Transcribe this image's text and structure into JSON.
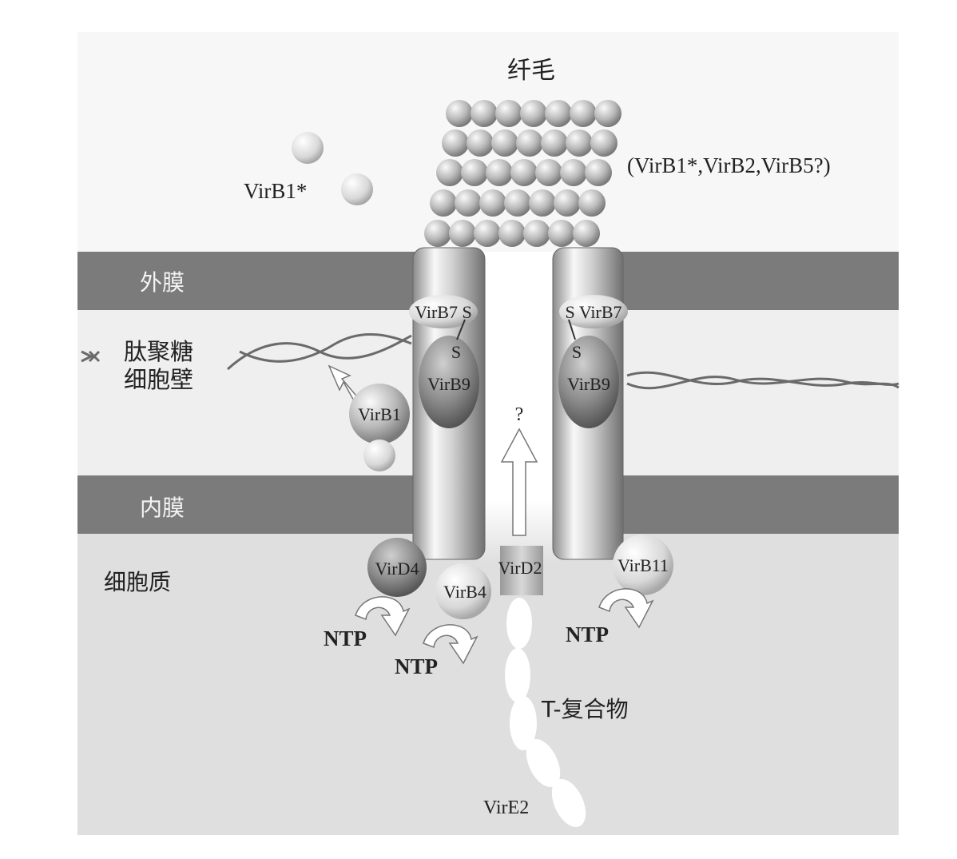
{
  "title": "纤毛",
  "pilus_components": "(VirB1*,VirB2,VirB5?)",
  "regions": {
    "outer_membrane": "外膜",
    "peptidoglycan_line1": "肽聚糖",
    "peptidoglycan_line2": "细胞壁",
    "inner_membrane": "内膜",
    "cytoplasm": "细胞质"
  },
  "proteins": {
    "virb1_star": "VirB1*",
    "virb7_left": "VirB7 S",
    "virb7_right": "S VirB7",
    "s_left": "S",
    "s_right": "S",
    "virb9_left": "VirB9",
    "virb9_right": "VirB9",
    "virb1": "VirB1",
    "virD4": "VirD4",
    "virB4": "VirB4",
    "virD2": "VirD2",
    "virB11": "VirB11",
    "virE2": "VirE2"
  },
  "ntp": [
    "NTP",
    "NTP",
    "NTP"
  ],
  "question": "?",
  "t_complex": "T-复合物",
  "colors": {
    "membrane": "#7b7b7b",
    "periplasm": "#efefef",
    "cytoplasm": "#dfdfdf"
  }
}
